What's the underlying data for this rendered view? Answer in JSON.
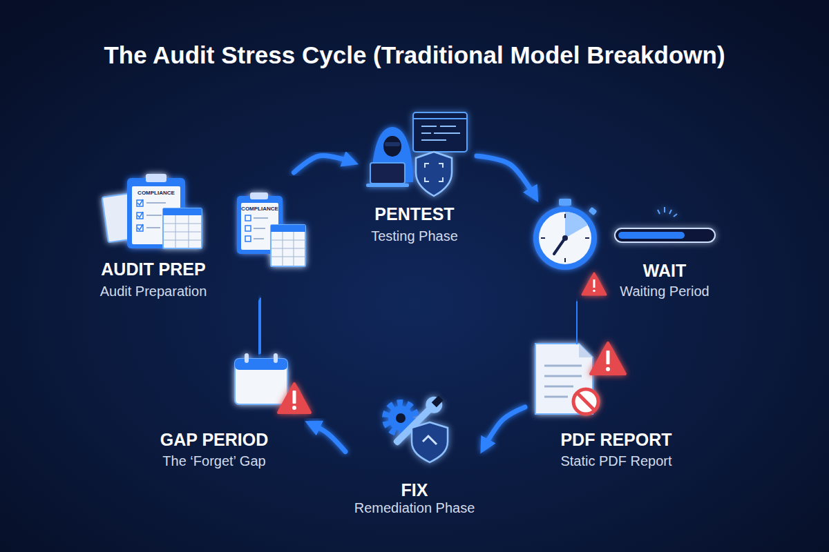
{
  "diagram": {
    "title": "The Audit Stress Cycle (Traditional Model Breakdown)",
    "nodes": [
      {
        "text": [
          "PENTEST",
          "Testing Phase"
        ]
      },
      {
        "text": [
          "WAIT",
          "Waiting Period"
        ]
      },
      {
        "text": [
          "PDF REPORT",
          "Static PDF Report"
        ]
      },
      {
        "text": [
          "FIX",
          "Remediation Phase"
        ]
      },
      {
        "text": [
          "GAP PERIOD",
          "The ‘Forget’ Gap"
        ]
      },
      {
        "text": [
          "AUDIT PREP",
          "Audit Preparation"
        ]
      }
    ],
    "edges": [
      {
        "from": 0,
        "to": 1,
        "arrow": "to"
      },
      {
        "from": 1,
        "to": 2,
        "arrow": "to"
      },
      {
        "from": 2,
        "to": 3,
        "arrow": "to"
      },
      {
        "from": 3,
        "to": 4,
        "arrow": "to"
      },
      {
        "from": 4,
        "to": 5,
        "arrow": "to"
      },
      {
        "from": 5,
        "to": 0,
        "arrow": "to"
      }
    ],
    "labels": [
      "COMPLIANCE",
      "COMPLIANCE"
    ]
  }
}
